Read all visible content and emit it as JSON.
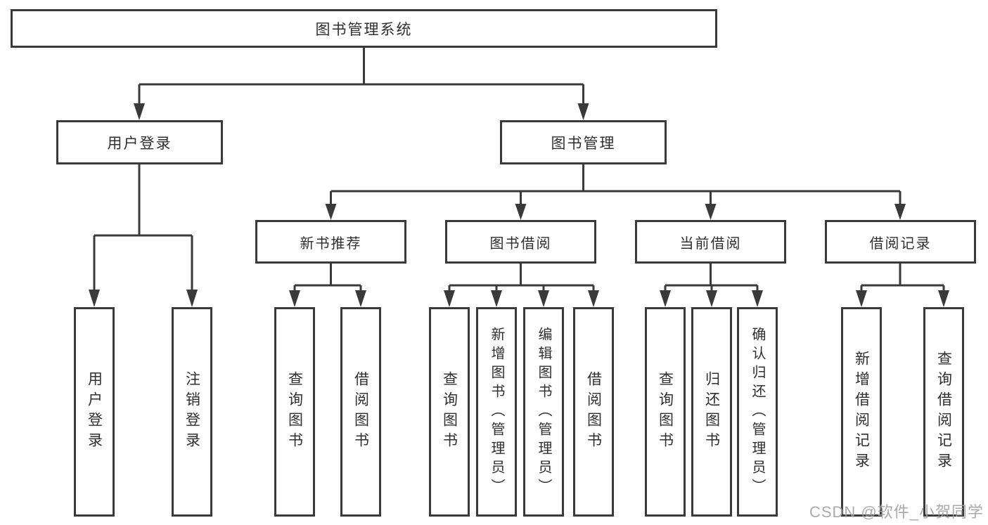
{
  "diagram": {
    "title": "图书管理系统",
    "branches": [
      {
        "id": "user-login",
        "label": "用户登录",
        "children": [
          {
            "label": "用户登录"
          },
          {
            "label": "注销登录"
          }
        ]
      },
      {
        "id": "book-management",
        "label": "图书管理",
        "children": [
          {
            "label": "新书推荐",
            "children": [
              {
                "label": "查询图书"
              },
              {
                "label": "借阅图书"
              }
            ]
          },
          {
            "label": "图书借阅",
            "children": [
              {
                "label": "查询图书"
              },
              {
                "label": "新增图书（管理员）"
              },
              {
                "label": "编辑图书（管理员）"
              },
              {
                "label": "借阅图书"
              }
            ]
          },
          {
            "label": "当前借阅",
            "children": [
              {
                "label": "查询图书"
              },
              {
                "label": "归还图书"
              },
              {
                "label": "确认归还（管理员）"
              }
            ]
          },
          {
            "label": "借阅记录",
            "children": [
              {
                "label": "新增借阅记录"
              },
              {
                "label": "查询借阅记录"
              }
            ]
          }
        ]
      }
    ]
  },
  "watermark": "CSDN @软件_小贺同学",
  "colors": {
    "line": "#3a3a3a",
    "text": "#2f2f2f",
    "background": "#ffffff",
    "watermark": "#a3a3a3"
  }
}
